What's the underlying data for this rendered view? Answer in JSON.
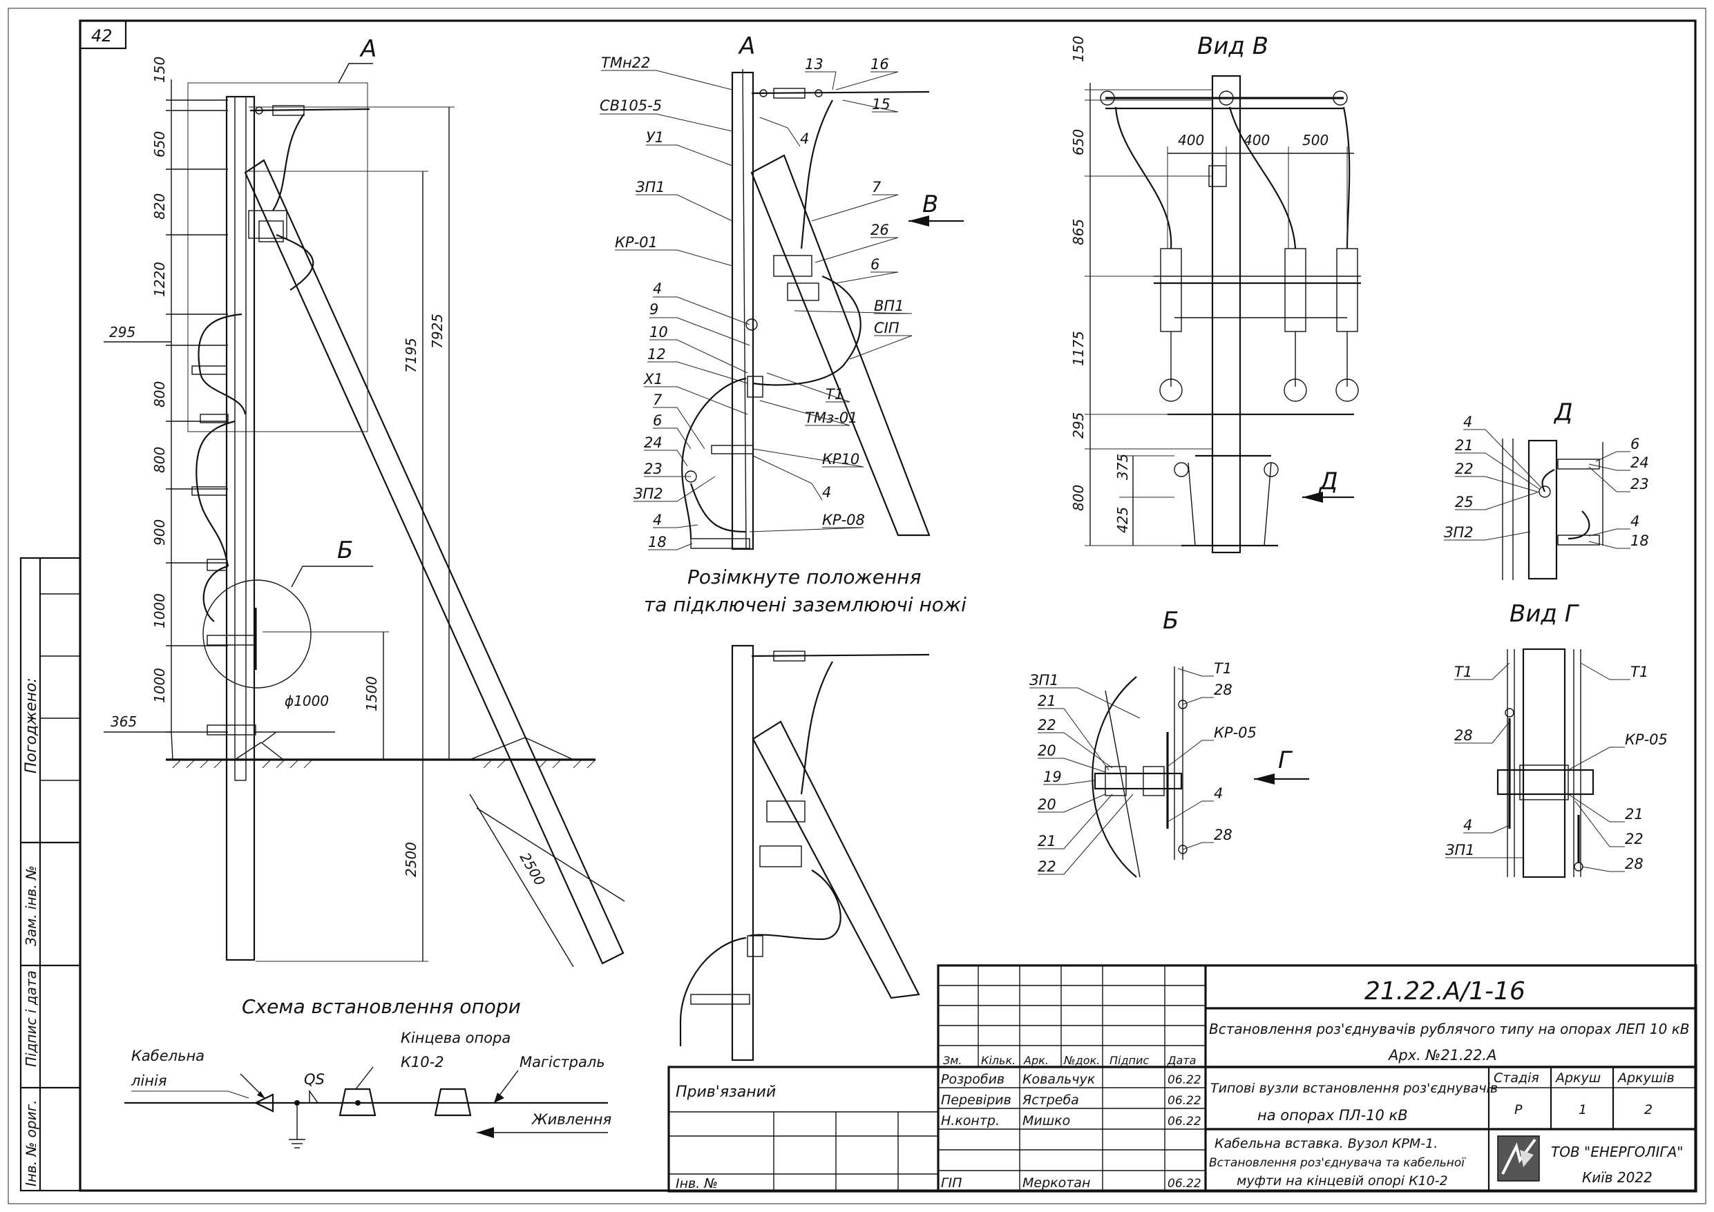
{
  "sheet_no": "42",
  "views": {
    "a_left": "А",
    "a_center": "А",
    "vid_v": "Вид В",
    "d": "Д",
    "b_center": "Б",
    "b_left": "Б",
    "vid_g": "Вид Г",
    "open_caption_1": "Розімкнуте положення",
    "open_caption_2": "та підключені заземлюючі ножі",
    "scheme_title": "Схема встановлення опори"
  },
  "left_dims": [
    "150",
    "650",
    "820",
    "1220",
    "295",
    "800",
    "800",
    "900",
    "1000",
    "1000",
    "365"
  ],
  "left_misc": {
    "d_7925": "7925",
    "d_7195": "7195",
    "d_1500": "1500",
    "d_2500_v": "2500",
    "d_2500_diag": "2500",
    "phi": "ϕ1000"
  },
  "center_labels_left": [
    "ТМн22",
    "СВ105-5",
    "У1",
    "ЗП1",
    "КР-01",
    "4",
    "9",
    "10",
    "12",
    "Х1",
    "7",
    "6",
    "24",
    "23",
    "ЗП2",
    "4",
    "18"
  ],
  "center_labels_right": [
    "13",
    "16",
    "15",
    "4",
    "7",
    "26",
    "6",
    "ВП1",
    "СІП",
    "Т1",
    "ТМз-01",
    "КР10",
    "4",
    "КР-08"
  ],
  "arrow_v": "В",
  "vid_v_dims_left": [
    "150",
    "650",
    "865",
    "1175",
    "295",
    "800",
    "375",
    "425"
  ],
  "vid_v_dims_top": [
    "400",
    "400",
    "500"
  ],
  "arrow_d": "Д",
  "d_labels_left": [
    "4",
    "21",
    "22",
    "25",
    "ЗП2"
  ],
  "d_labels_right": [
    "6",
    "24",
    "23",
    "4",
    "18"
  ],
  "b_labels_left": [
    "ЗП1",
    "21",
    "22",
    "20",
    "19",
    "20",
    "21",
    "22"
  ],
  "b_labels_right": [
    "Т1",
    "28",
    "КР-05",
    "4",
    "28"
  ],
  "arrow_g": "Г",
  "g_labels_left": [
    "Т1",
    "28",
    "4",
    "ЗП1"
  ],
  "g_labels_right": [
    "Т1",
    "КР-05",
    "21",
    "22",
    "28"
  ],
  "scheme": {
    "cable_line_1": "Кабельна",
    "cable_line_2": "лінія",
    "qs": "QS",
    "end_pole_1": "Кінцева опора",
    "end_pole_2": "К10-2",
    "main_line": "Магістраль",
    "supply": "Живлення"
  },
  "side_stamp": {
    "agreed": "Погоджено:",
    "zam_inv": "Зам. інв. №",
    "sign_date": "Підпис і дата",
    "inv_orig": "Інв. № ориг."
  },
  "title_block": {
    "code": "21.22.А/1-16",
    "title_line1": "Встановлення роз'єднувачів рублячого типу на опорах ЛЕП 10 кВ",
    "title_line2": "Арх. №21.22.А",
    "col_zm": "Зм.",
    "col_kilk": "Кільк.",
    "col_ark": "Арк.",
    "col_ndok": "№док.",
    "col_pidpys": "Підпис",
    "col_data": "Дата",
    "prywyaz": "Прив'язаний",
    "inv_no": "Інв. №",
    "rows": [
      {
        "role": "Розробив",
        "name": "Ковальчук",
        "date": "06.22"
      },
      {
        "role": "Перевірив",
        "name": "Ястреба",
        "date": "06.22"
      },
      {
        "role": "Н.контр.",
        "name": "Мишко",
        "date": "06.22"
      },
      {
        "role": "ГІП",
        "name": "Меркотан",
        "date": "06.22"
      }
    ],
    "doc_title_1": "Типові вузли встановлення роз'єднувачів",
    "doc_title_2": "на опорах ПЛ-10 кВ",
    "stadia_h": "Стадія",
    "arkush_h": "Аркуш",
    "arkushiv_h": "Аркушів",
    "stadia": "Р",
    "arkush": "1",
    "arkushiv": "2",
    "sheet_title_1": "Кабельна вставка. Вузол КРМ-1.",
    "sheet_title_2": "Встановлення роз'єднувача та кабельної",
    "sheet_title_3": "муфти на кінцевій опорі К10-2",
    "company": "ТОВ \"ЕНЕРГОЛІГА\"",
    "city": "Київ 2022"
  }
}
